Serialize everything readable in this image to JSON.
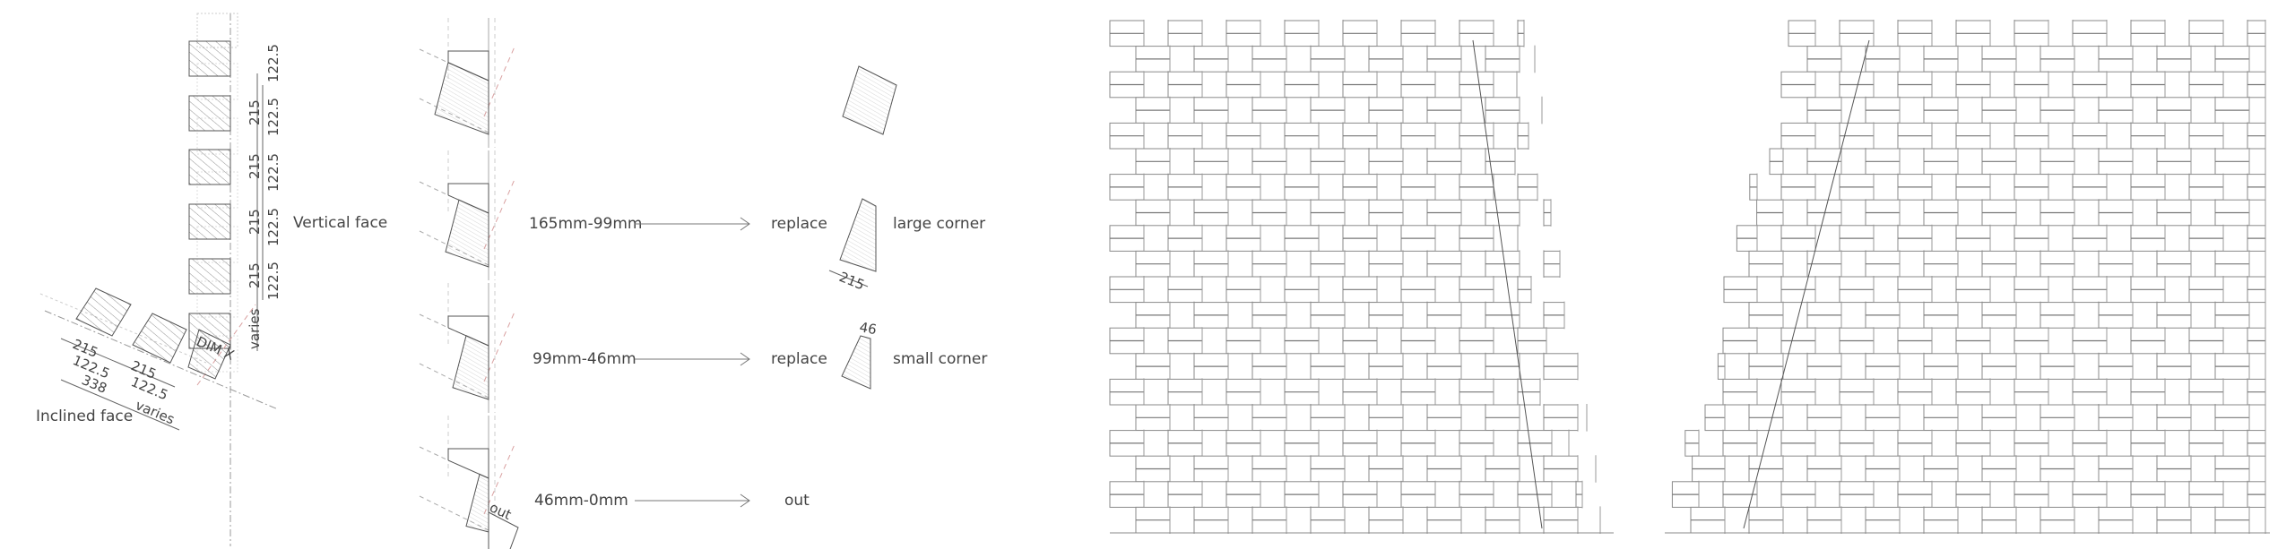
{
  "left_section": {
    "vertical_face_label": "Vertical face",
    "inclined_face_label": "Inclined face",
    "vertical_dims": {
      "gap": "122.5",
      "brick": "215",
      "bottom": "varies"
    },
    "inclined_dims": {
      "brick_1": "215",
      "gap_1": "122.5",
      "total": "338",
      "brick_2": "215",
      "gap_2": "122.5",
      "varies": "varies",
      "dim_x": "DIM X"
    }
  },
  "middle_section": {
    "rules": [
      {
        "range": "165mm-99mm",
        "action": "replace",
        "result": "large corner",
        "piece_dim": "215"
      },
      {
        "range": "99mm-46mm",
        "action": "replace",
        "result": "small corner",
        "piece_dim": "46"
      },
      {
        "range": "46mm-0mm",
        "action": "out"
      }
    ],
    "out_tag": "out"
  },
  "colors": {
    "line": "#555555",
    "light_line": "#9a9a9a",
    "red_dash": "#d9a0a0"
  }
}
